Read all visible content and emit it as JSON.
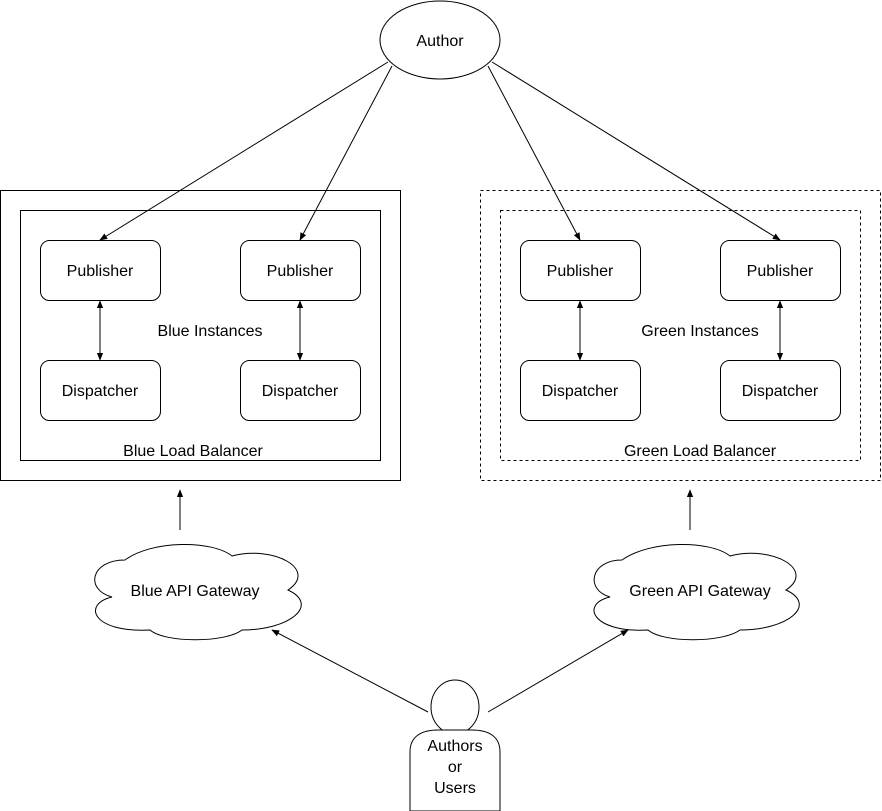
{
  "author": {
    "label": "Author"
  },
  "blue": {
    "load_balancer_label": "Blue Load Balancer",
    "instances_label": "Blue Instances",
    "left": {
      "publisher": "Publisher",
      "dispatcher": "Dispatcher"
    },
    "right": {
      "publisher": "Publisher",
      "dispatcher": "Dispatcher"
    },
    "gateway_label": "Blue API Gateway"
  },
  "green": {
    "load_balancer_label": "Green Load Balancer",
    "instances_label": "Green Instances",
    "left": {
      "publisher": "Publisher",
      "dispatcher": "Dispatcher"
    },
    "right": {
      "publisher": "Publisher",
      "dispatcher": "Dispatcher"
    },
    "gateway_label": "Green API Gateway"
  },
  "users": {
    "line1": "Authors",
    "line2": "or",
    "line3": "Users"
  },
  "colors": {
    "stroke": "#000000",
    "fill": "#ffffff"
  }
}
